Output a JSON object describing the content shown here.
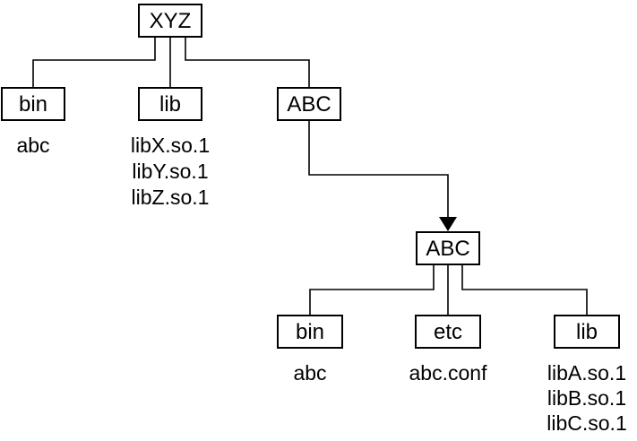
{
  "tree": {
    "root": {
      "label": "XYZ"
    },
    "level1": [
      {
        "label": "bin",
        "files": [
          "abc"
        ]
      },
      {
        "label": "lib",
        "files": [
          "libX.so.1",
          "libY.so.1",
          "libZ.so.1"
        ]
      },
      {
        "label": "ABC",
        "files": []
      }
    ],
    "linked": {
      "label": "ABC"
    },
    "level2": [
      {
        "label": "bin",
        "files": [
          "abc"
        ]
      },
      {
        "label": "etc",
        "files": [
          "abc.conf"
        ]
      },
      {
        "label": "lib",
        "files": [
          "libA.so.1",
          "libB.so.1",
          "libC.so.1"
        ]
      }
    ]
  },
  "colors": {
    "line": "#000000",
    "box_fill": "#ffffff",
    "text": "#000000"
  }
}
